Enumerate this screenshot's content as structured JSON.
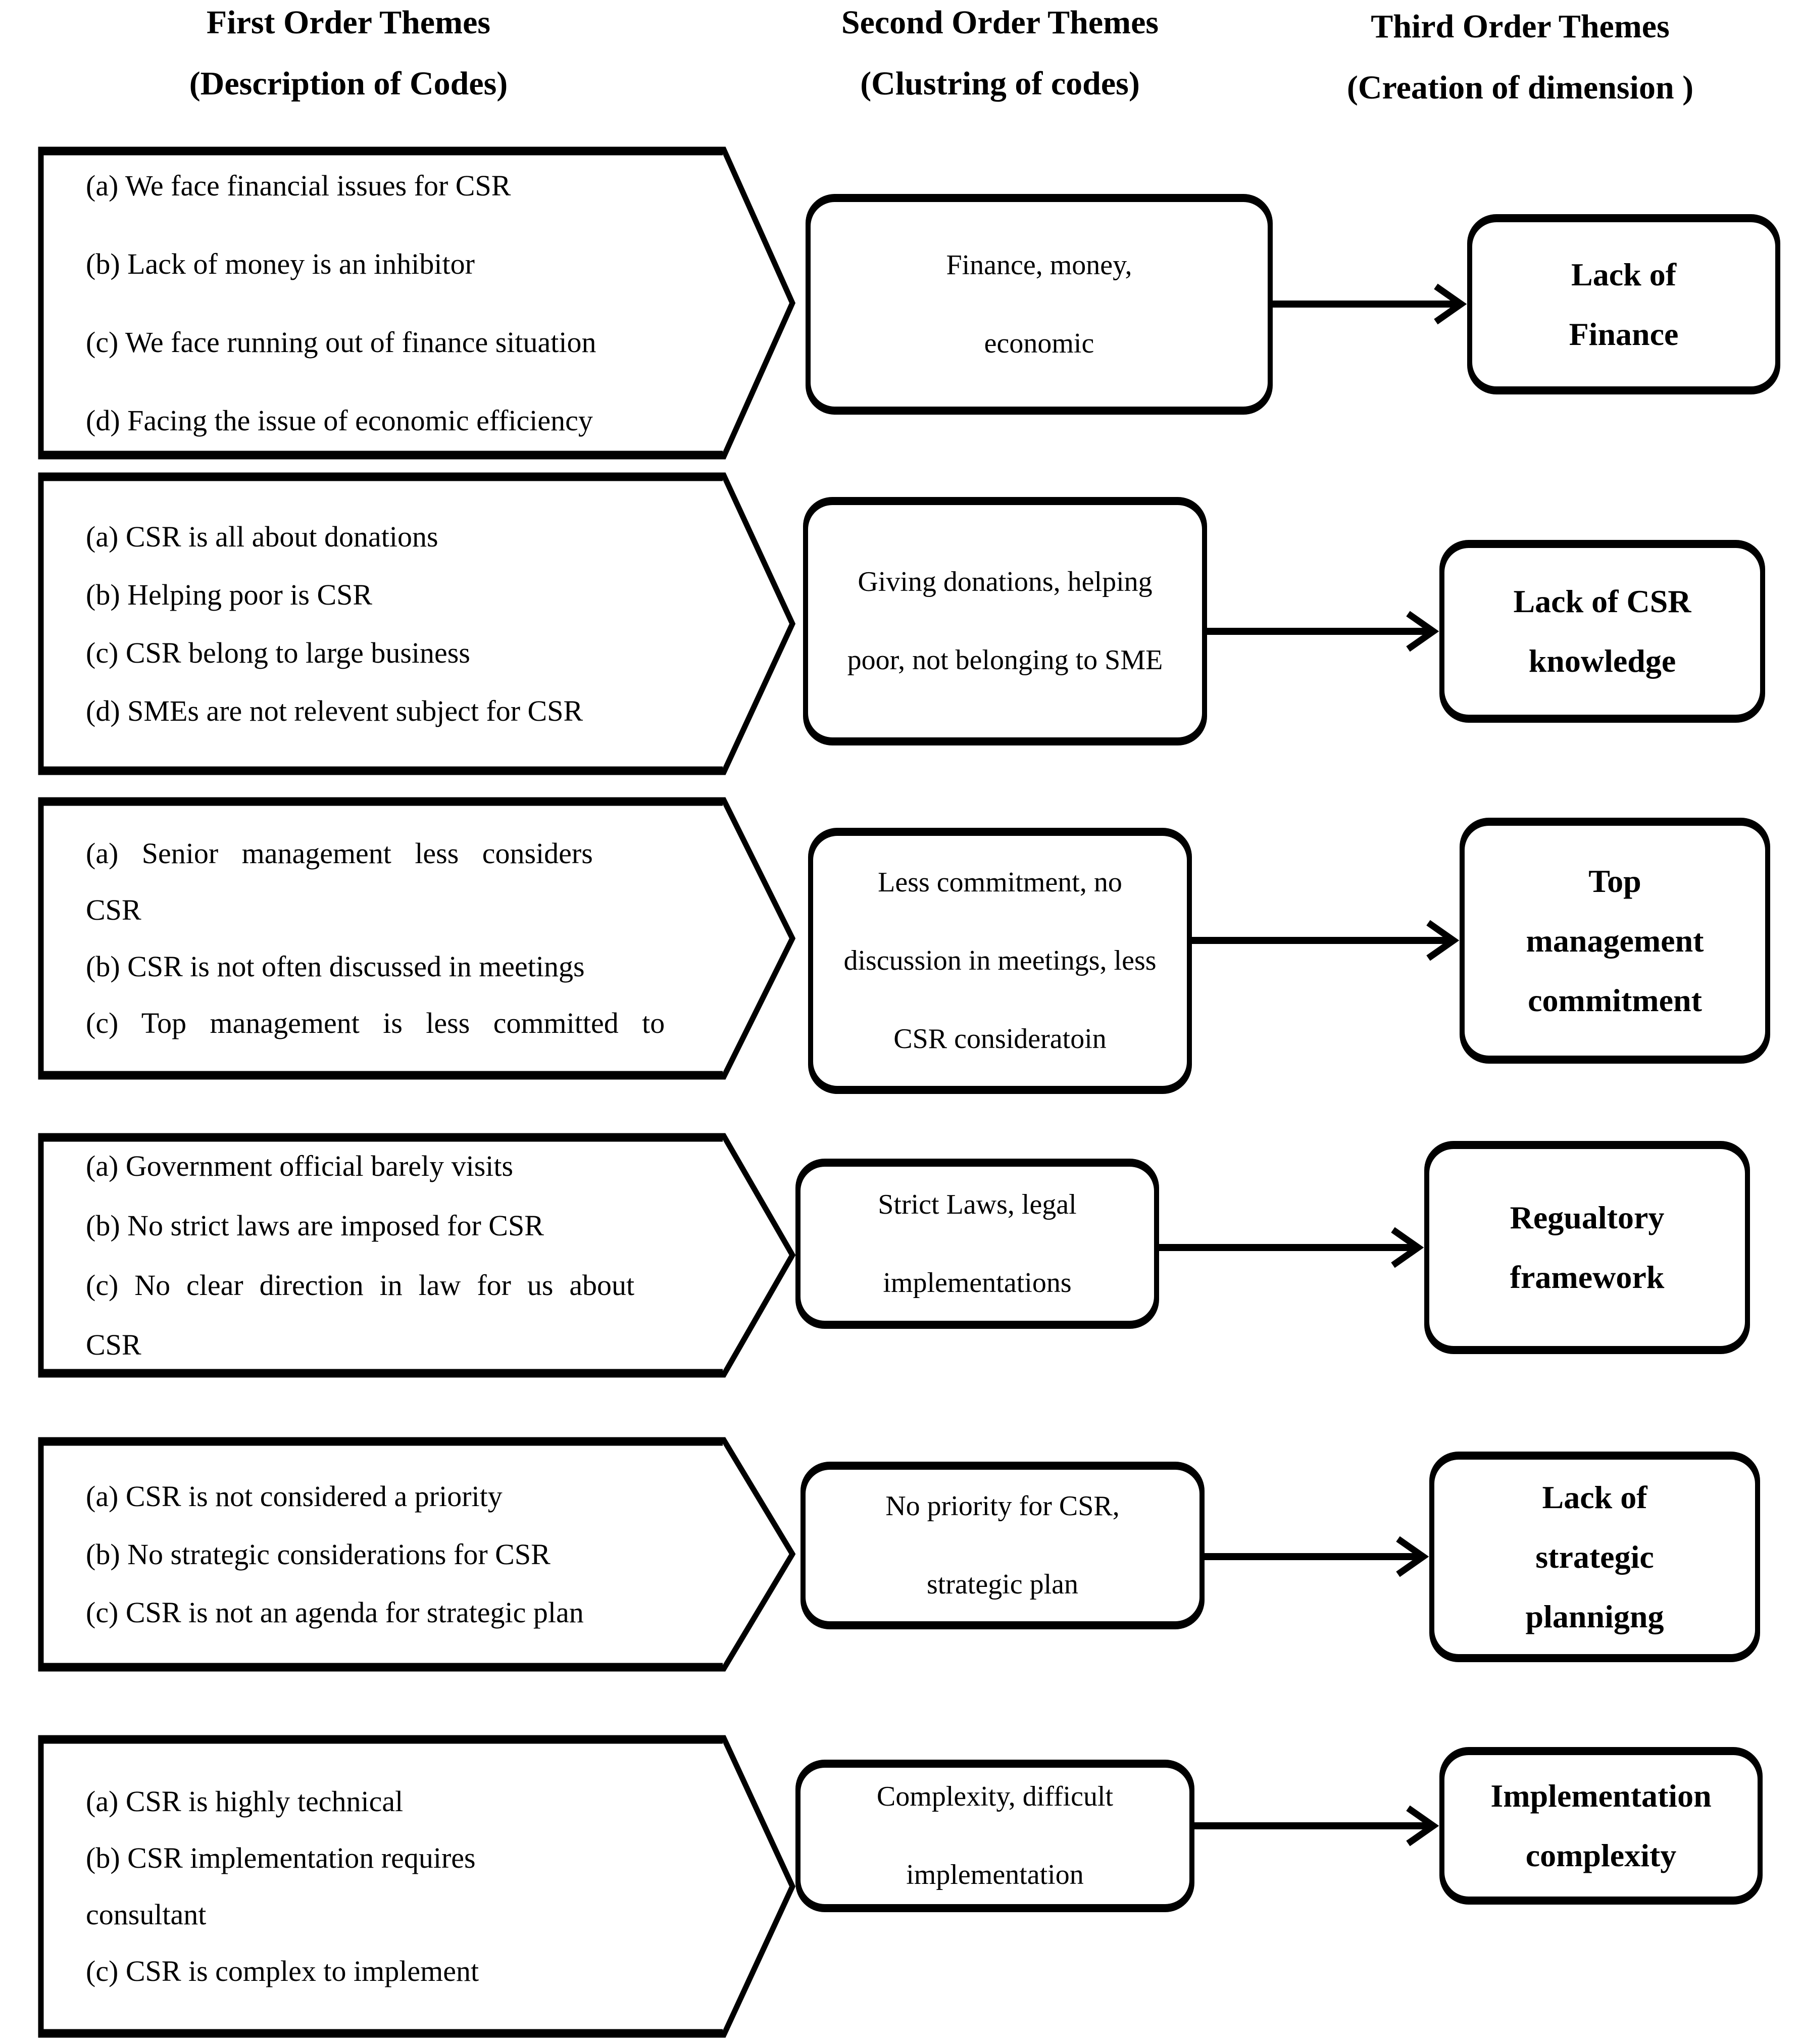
{
  "page": {
    "background": "#ffffff",
    "ink": "#000000"
  },
  "columns": [
    {
      "title": "First Order Themes",
      "subtitle": "(Description of Codes)"
    },
    {
      "title": "Second Order Themes",
      "subtitle": "(Clustring of codes)"
    },
    {
      "title": "Third Order Themes",
      "subtitle": "(Creation of dimension )"
    }
  ],
  "rows": [
    {
      "first_order_codes": [
        "(a) We face financial issues for CSR",
        "(b) Lack of money is an inhibitor",
        "(c) We face running out of finance situation",
        "(d) Facing the issue of economic efficiency"
      ],
      "second_order_theme": "Finance, money,\neconomic",
      "third_order_theme": "Lack of\nFinance"
    },
    {
      "first_order_codes": [
        "(a) CSR is all about donations",
        "(b) Helping poor is CSR",
        "(c) CSR belong to large business",
        "(d) SMEs are not relevent subject for CSR"
      ],
      "second_order_theme": "Giving donations, helping\npoor, not belonging to SME",
      "third_order_theme": "Lack of CSR\nknowledge"
    },
    {
      "first_order_codes": [
        "(a) Senior management less considers\nCSR",
        "(b) CSR is not often discussed in meetings",
        "(c) Top management is less committed to"
      ],
      "second_order_theme": "Less commitment, no\ndiscussion in meetings, less\nCSR consideratoin",
      "third_order_theme": "Top\nmanagement\ncommitment"
    },
    {
      "first_order_codes": [
        "(a) Government official barely visits",
        "(b) No strict laws are imposed for CSR",
        "(c) No clear direction in law for us about\nCSR"
      ],
      "second_order_theme": "Strict Laws, legal\nimplementations",
      "third_order_theme": "Regualtory\nframework"
    },
    {
      "first_order_codes": [
        "(a) CSR is not considered a priority",
        "(b) No strategic considerations for CSR",
        "(c) CSR is not an agenda for strategic plan"
      ],
      "second_order_theme": "No priority for CSR,\nstrategic plan",
      "third_order_theme": "Lack of\nstrategic\nplannigng"
    },
    {
      "first_order_codes": [
        "(a) CSR is highly technical",
        "(b) CSR implementation requires\nconsultant",
        "(c) CSR is complex to implement"
      ],
      "second_order_theme": "Complexity, difficult\nimplementation",
      "third_order_theme": "Implementation\ncomplexity"
    }
  ]
}
